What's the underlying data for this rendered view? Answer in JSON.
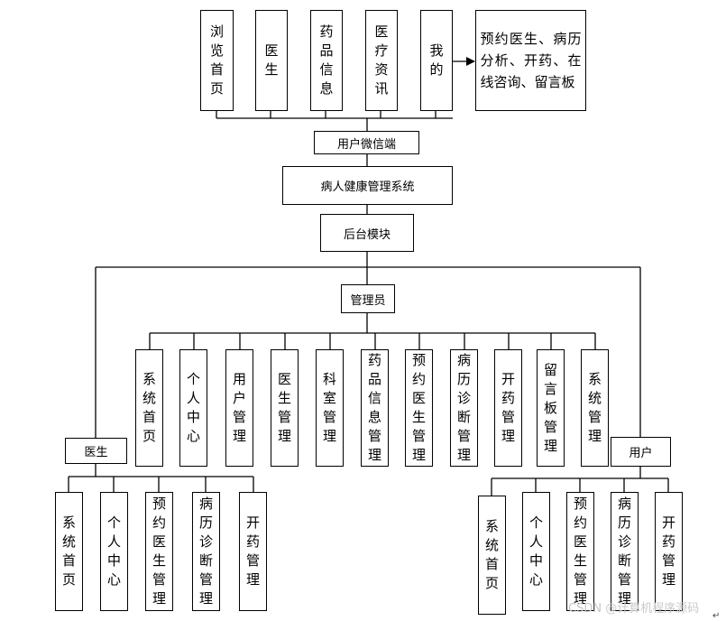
{
  "client": {
    "tabs": [
      {
        "label": "浏览首页"
      },
      {
        "label": "医生"
      },
      {
        "label": "药品信息"
      },
      {
        "label": "医疗资讯"
      },
      {
        "label": "我的"
      }
    ],
    "my_functions": "预约医生、病历分析、开药、在线咨询、留言板",
    "title": "用户微信端"
  },
  "system_title": "病人健康管理系统",
  "backend_title": "后台模块",
  "admin": {
    "title": "管理员",
    "modules": [
      {
        "label": "系统首页"
      },
      {
        "label": "个人中心"
      },
      {
        "label": "用户管理"
      },
      {
        "label": "医生管理"
      },
      {
        "label": "科室管理"
      },
      {
        "label": "药品信息管理"
      },
      {
        "label": "预约医生管理"
      },
      {
        "label": "病历诊断管理"
      },
      {
        "label": "开药管理"
      },
      {
        "label": "留言板管理"
      },
      {
        "label": "系统管理"
      }
    ]
  },
  "doctor": {
    "title": "医生",
    "modules": [
      {
        "label": "系统首页"
      },
      {
        "label": "个人中心"
      },
      {
        "label": "预约医生管理"
      },
      {
        "label": "病历诊断管理"
      },
      {
        "label": "开药管理"
      }
    ]
  },
  "user": {
    "title": "用户",
    "modules": [
      {
        "label": "系统首页"
      },
      {
        "label": "个人中心"
      },
      {
        "label": "预约医生管理"
      },
      {
        "label": "病历诊断管理"
      },
      {
        "label": "开药管理"
      }
    ]
  },
  "watermark": "CSDN @计算机程序源码",
  "line_color": "#000000"
}
